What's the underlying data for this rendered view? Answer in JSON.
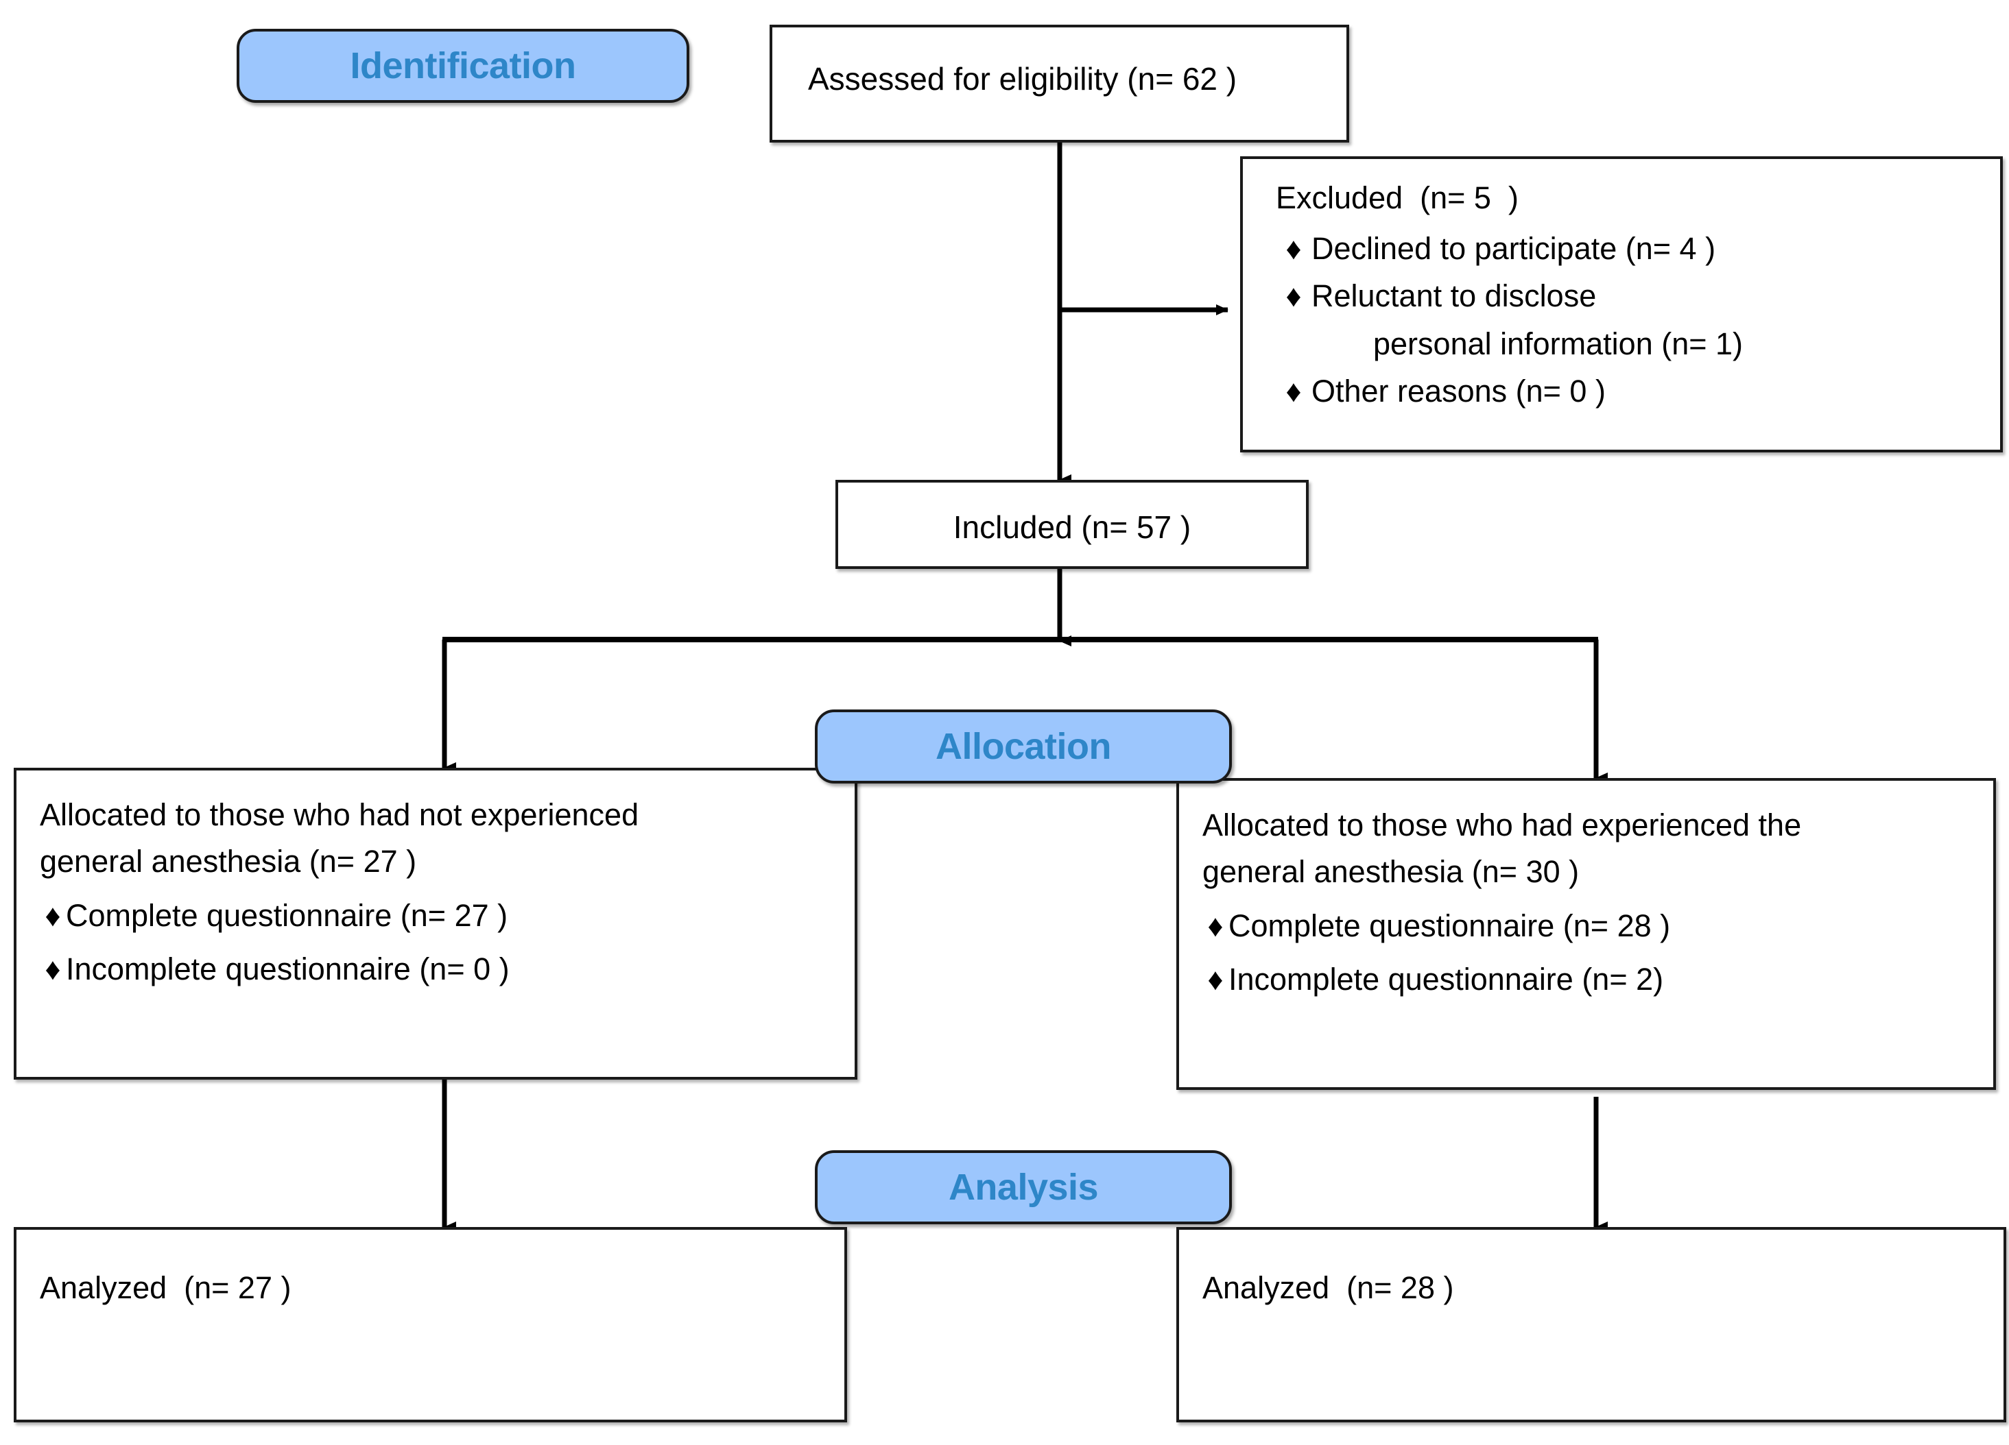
{
  "diagram": {
    "type": "consort-flow-diagram",
    "colors": {
      "badge_fill": "#9CC6FD",
      "badge_text": "#2E86C8",
      "badge_border": "#1A1A1A",
      "box_border": "#1A1A1A",
      "box_fill": "#FFFFFF",
      "text": "#000000",
      "connector": "#000000"
    },
    "bullet_glyph": "♦"
  },
  "stages": {
    "identification": "Identification",
    "allocation": "Allocation",
    "analysis": "Analysis"
  },
  "nodes": {
    "assessed": {
      "label": "Assessed for eligibility (n= 62 )"
    },
    "excluded": {
      "heading": "Excluded  (n= 5  )",
      "items": [
        "Declined to participate (n= 4 )",
        "Reluctant to disclose",
        "Other reasons (n= 0 )"
      ],
      "continuation": "personal information (n= 1)"
    },
    "included": {
      "label": "Included (n= 57 )"
    },
    "allocated_left": {
      "line1": "Allocated to those who had not experienced",
      "line2": "general anesthesia (n= 27 )",
      "items": [
        "Complete questionnaire (n= 27 )",
        "Incomplete questionnaire (n= 0 )"
      ]
    },
    "allocated_right": {
      "line1": "Allocated to those who had experienced the",
      "line2": "general anesthesia (n= 30 )",
      "items": [
        "Complete questionnaire (n= 28 )",
        "Incomplete questionnaire (n= 2)"
      ]
    },
    "analyzed_left": {
      "label": "Analyzed  (n= 27 )"
    },
    "analyzed_right": {
      "label": "Analyzed  (n= 28 )"
    }
  },
  "chart_data": {
    "type": "flow",
    "title": "CONSORT participant flow diagram",
    "stages": [
      "Identification",
      "Allocation",
      "Analysis"
    ],
    "counts": {
      "assessed_for_eligibility": 62,
      "excluded_total": 5,
      "excluded_declined_to_participate": 4,
      "excluded_reluctant_to_disclose_personal_information": 1,
      "excluded_other_reasons": 0,
      "included": 57,
      "allocated_not_experienced_general_anesthesia": 27,
      "allocated_not_experienced_complete_questionnaire": 27,
      "allocated_not_experienced_incomplete_questionnaire": 0,
      "allocated_experienced_general_anesthesia": 30,
      "allocated_experienced_complete_questionnaire": 28,
      "allocated_experienced_incomplete_questionnaire": 2,
      "analyzed_not_experienced": 27,
      "analyzed_experienced": 28
    },
    "edges": [
      {
        "from": "assessed",
        "to": "excluded",
        "label": ""
      },
      {
        "from": "assessed",
        "to": "included",
        "label": ""
      },
      {
        "from": "included",
        "to": "allocated_left",
        "label": ""
      },
      {
        "from": "included",
        "to": "allocated_right",
        "label": ""
      },
      {
        "from": "allocated_left",
        "to": "analyzed_left",
        "label": ""
      },
      {
        "from": "allocated_right",
        "to": "analyzed_right",
        "label": ""
      }
    ]
  }
}
